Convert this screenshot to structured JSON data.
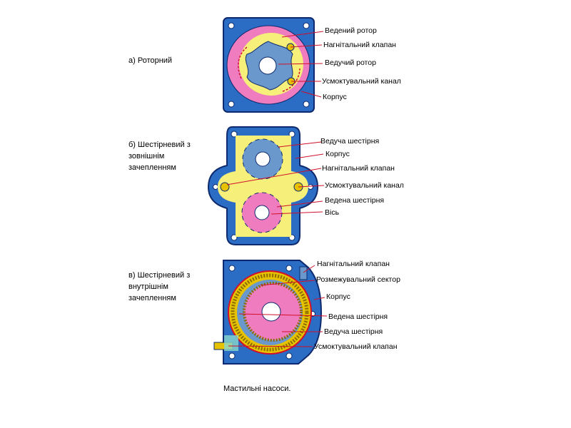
{
  "pumps": {
    "rotary": {
      "caption": "а) Роторний",
      "labels": [
        "Ведений ротор",
        "Нагнітальний клапан",
        "Ведучий ротор",
        "Усмоктувальний канал",
        "Корпус"
      ]
    },
    "external_gear": {
      "caption_lines": [
        "б) Шестірневий з",
        "зовнішнім",
        "зачепленням"
      ],
      "labels": [
        "Ведуча шестірня",
        "Корпус",
        "Нагнітальний клапан",
        "Усмоктувальний канал",
        "Ведена шестірня",
        "Вісь"
      ]
    },
    "internal_gear": {
      "caption_lines": [
        "в) Шестірневий з",
        "внутрішнім",
        "зачепленням"
      ],
      "labels": [
        "Нагнітальний клапан",
        "Розмежувальний сектор",
        "Корпус",
        "Ведена шестірня",
        "Ведуча шестірня",
        "Усмоктувальний клапан"
      ]
    }
  },
  "figure_caption": "Мастильні насоси.",
  "colors": {
    "housing": "#2b6cc4",
    "housing_dark": "#0d2a6e",
    "driven_rotor": "#f07cc0",
    "driving_rotor": "#6a98cc",
    "oil": "#f6f07a",
    "leader_line": "#d0102a"
  }
}
